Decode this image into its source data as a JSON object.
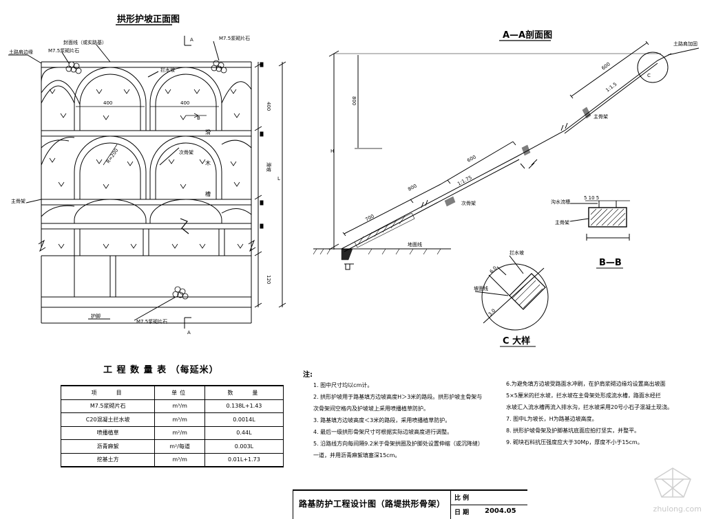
{
  "front_view": {
    "title": "拱形护坡正面图",
    "section_mark": "A",
    "labels": {
      "earth_shoulder": "土路肩边缘",
      "slope_line": "封面线（或实路基）",
      "m75_stone_top_left": "M7.5浆砌片石",
      "m75_stone_top_right": "M7.5浆砌片石",
      "water_retaining": "拦水坡",
      "main_arch_left": "主骨架",
      "sub_arch": "次骨架",
      "radius": "R=200",
      "span_400_left": "400",
      "span_400_right": "400",
      "b_mark": "B",
      "dim_top": "400",
      "dim_mid": "滑坡",
      "dim_low": "120",
      "dim_total": "L",
      "vertical_hua": "滑",
      "vertical_mu": "木",
      "vertical_cao": "槽",
      "toe_wall": "护脚",
      "m75_stone_bottom": "M7.5浆砌片石"
    }
  },
  "section_aa": {
    "title": "A—A剖面图",
    "labels": {
      "shoulder_reinforce": "土路肩加固",
      "c_circle": "C",
      "dim_600_top": "600",
      "slope_1_15": "1:1.5",
      "main_arch": "主骨架",
      "dim_600_mid": "600",
      "slope_175": "1:1.75",
      "dim_800": "800",
      "sub_arch": "次骨架",
      "dim_700": "700",
      "ground": "地面线",
      "h_label": "H",
      "dim_h": "800"
    }
  },
  "section_bb": {
    "title": "B—B",
    "labels": {
      "drain_groove": "沟水流槽",
      "main_arch": "主骨架",
      "dims": "5 10 5"
    }
  },
  "detail_c": {
    "title": "C 大样",
    "labels": {
      "water_block": "拦水坡",
      "slope_line": "坡面线",
      "dim_a": "6.0",
      "dim_b": "3.0"
    }
  },
  "quantity_table": {
    "title": "工 程 数 量 表 （每延米）",
    "headers": [
      "项　　目",
      "单位",
      "数　　量"
    ],
    "rows": [
      [
        "M7.5浆砌片石",
        "m³/m",
        "0.138L+1.43"
      ],
      [
        "C20混凝土拦水坡",
        "m³/m",
        "0.0014L"
      ],
      [
        "喷播植草",
        "m²/m",
        "0.44L"
      ],
      [
        "沥青麻絮",
        "m²/每道",
        "0.003L"
      ],
      [
        "挖基土方",
        "m³/m",
        "0.01L+1.73"
      ]
    ]
  },
  "notes": {
    "heading": "注:",
    "col1": [
      "1. 图中尺寸均以cm计。",
      "2. 拱形护坡用于路基填方边坡高度H＞3米的路段。拱形护坡主骨架与",
      "   次骨架间空格内及护坡坡上采用喷播植草防护。",
      "3. 路基填方边坡高度＜3米的路段，采用喷播植草防护。",
      "4. 最后一级拱形骨架尺寸可根据实际边坡高度进行调整。",
      "5. 沿路线方向每间隔9.2米于骨架拱圈及护脚处设置伸缩（或沉降缝）",
      "   一道，并用沥青麻絮填塞深15cm。"
    ],
    "col2": [
      "6.为避免填方边坡受路面水冲刷，在护肩浆砌边缘均设置高出坡面",
      "  5×5厘米的拦水坡，拦水坡在主骨架处形成流水槽，路面水经拦",
      "  水坡汇入流水槽再流入排水沟，拦水坡采用20号小石子混凝土现浇。",
      "7. 图中L为坡长，H为路基边坡高度。",
      "8. 拱形护坡骨架及护脚基坑底面应拍打坚实，并整平。",
      "9. 砌块石料抗压强度应大于30Mp，厚度不小于15cm。"
    ]
  },
  "title_block": {
    "main": "路基防护工程设计图（路堤拱形骨架）",
    "scale_label": "比 例",
    "date_label": "日 期",
    "date_value": "2004.05"
  },
  "watermark": "zhulong.com"
}
